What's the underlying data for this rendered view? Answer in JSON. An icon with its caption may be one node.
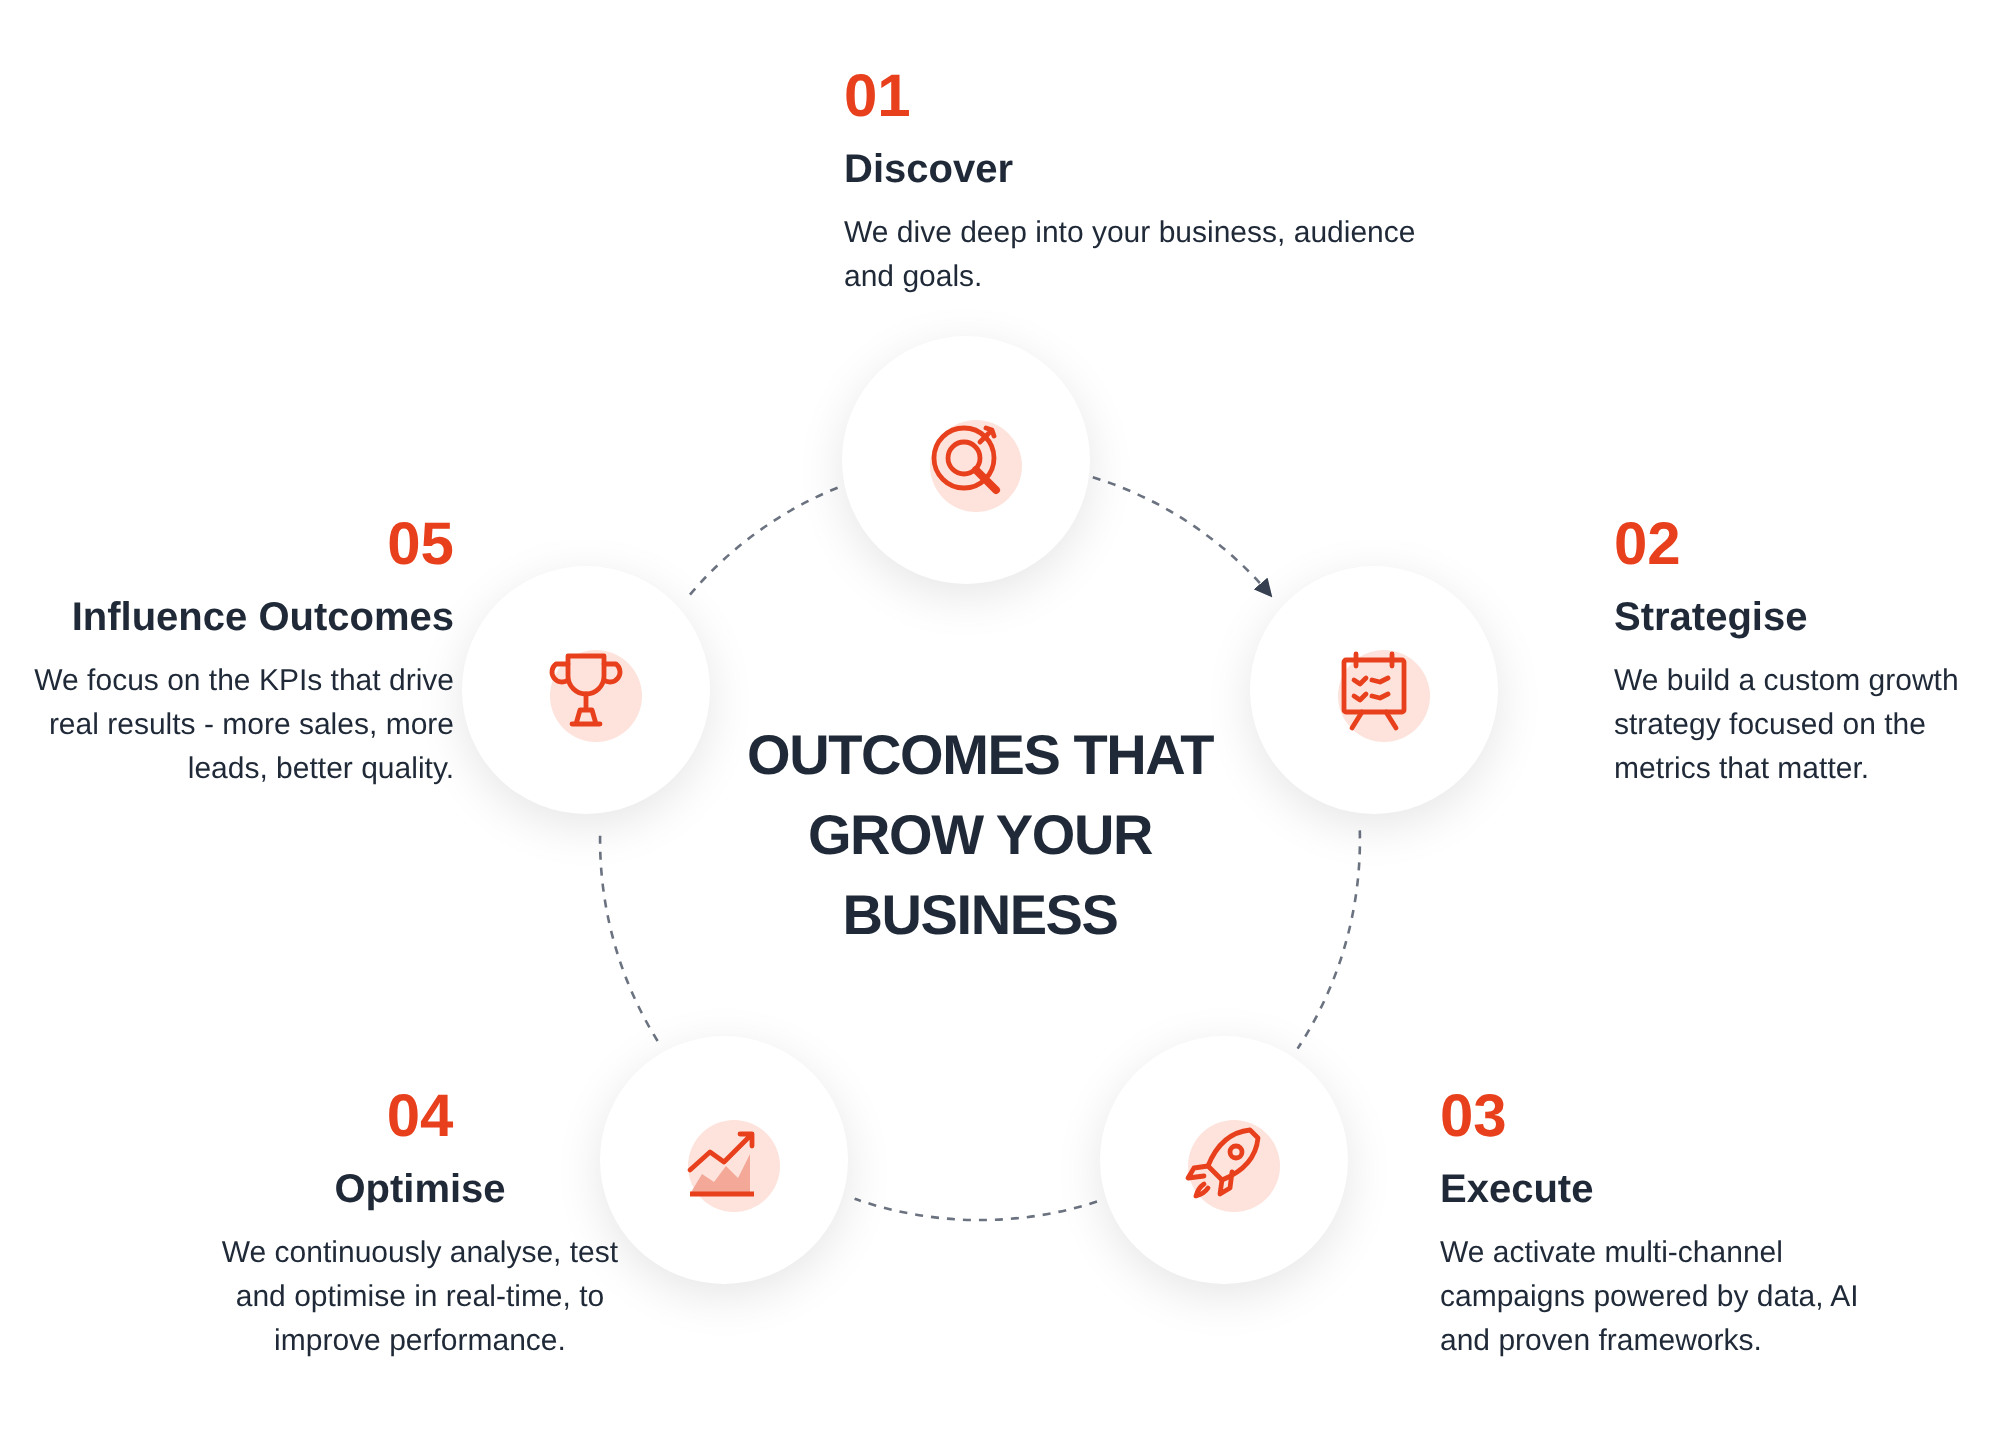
{
  "diagram": {
    "title": "OUTCOMES THAT GROW YOUR BUSINESS",
    "nodes": [
      {
        "text": [],
        "shape": "circle",
        "beside": [
          "01",
          "Discover",
          "We dive deep into your business, audience and goals."
        ]
      },
      {
        "text": [],
        "shape": "circle",
        "beside": [
          "02",
          "Strategise",
          "We build a custom growth strategy focused on the metrics that matter."
        ]
      },
      {
        "text": [],
        "shape": "circle",
        "beside": [
          "03",
          "Execute",
          "We activate multi-channel campaigns powered by data, AI and proven frameworks."
        ]
      },
      {
        "text": [],
        "shape": "circle",
        "beside": [
          "04",
          "Optimise",
          "We continuously analyse, test and optimise in real-time, to improve performance."
        ]
      },
      {
        "text": [],
        "shape": "circle",
        "beside": [
          "05",
          "Influence Outcomes",
          "We focus on the KPIs that drive real results - more sales, more leads, better quality."
        ]
      }
    ],
    "edges": [
      {
        "from": 0,
        "to": 1,
        "arrow": "to"
      },
      {
        "from": 1,
        "to": 2,
        "arrow": "none"
      },
      {
        "from": 2,
        "to": 3,
        "arrow": "none"
      },
      {
        "from": 3,
        "to": 4,
        "arrow": "none"
      },
      {
        "from": 4,
        "to": 0,
        "arrow": "none"
      }
    ]
  }
}
